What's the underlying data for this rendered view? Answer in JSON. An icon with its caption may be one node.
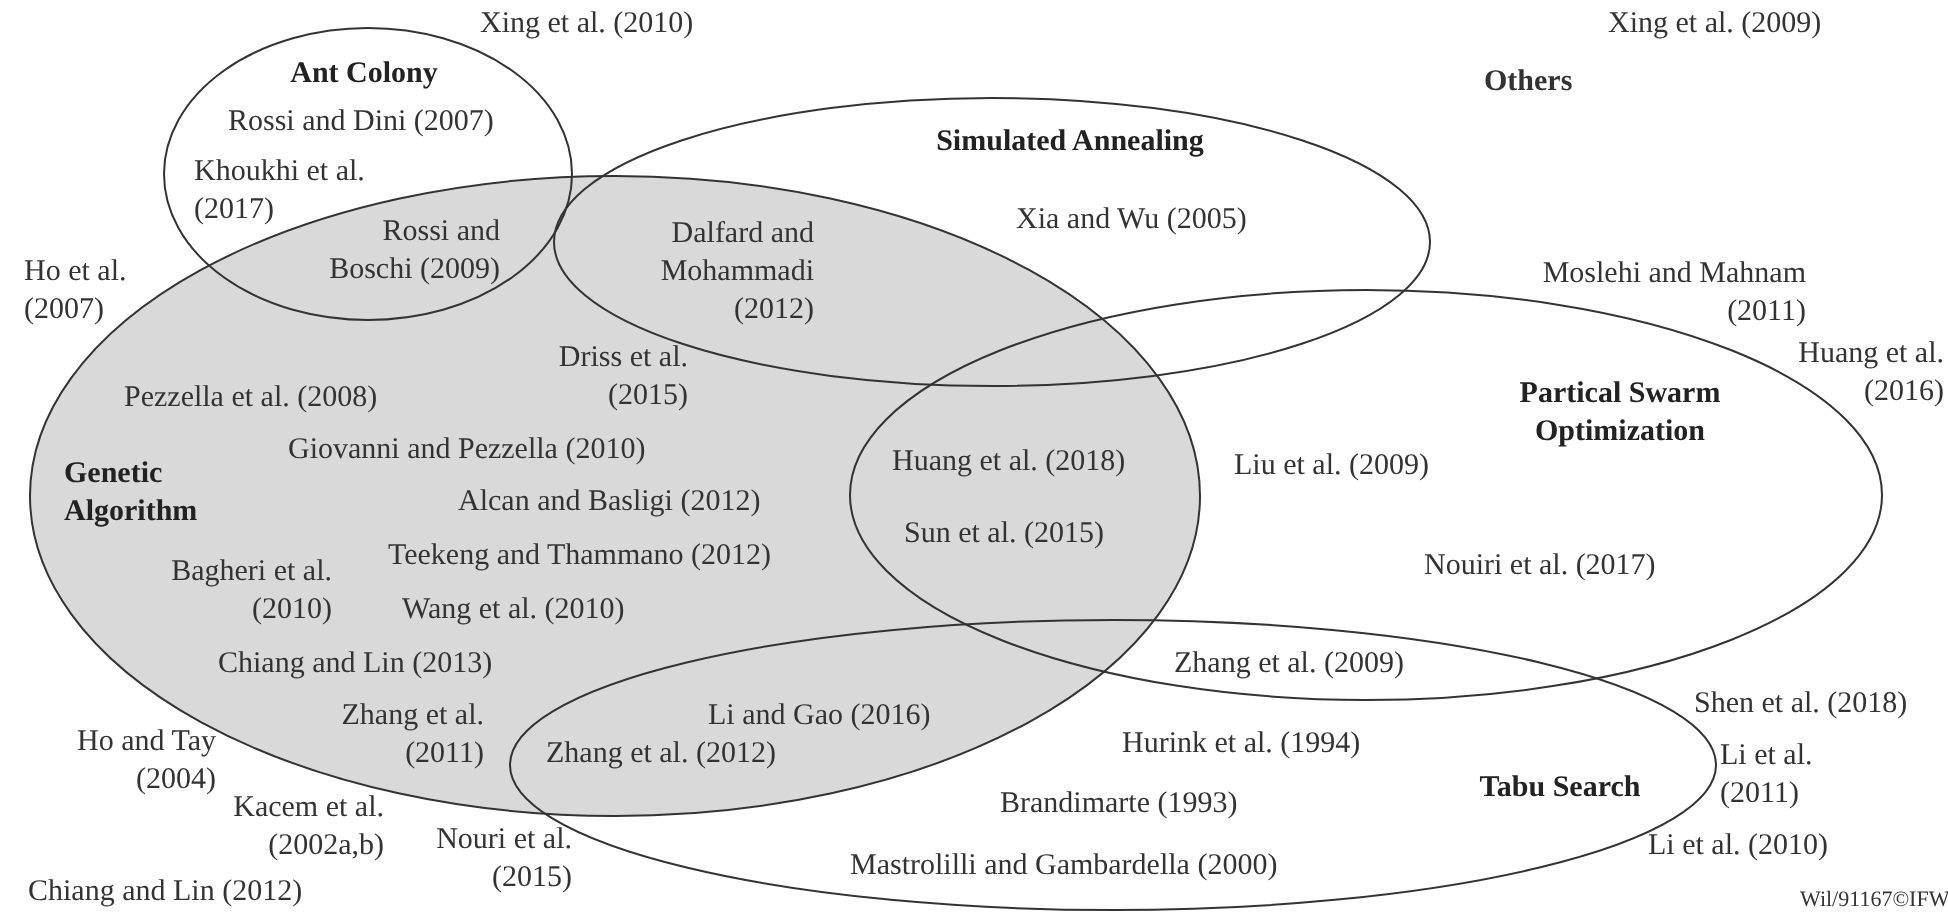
{
  "diagram": {
    "nodes": [
      {
        "text": [
          "Ant Colony"
        ]
      },
      {
        "text": [
          "Simulated Annealing"
        ]
      },
      {
        "text": [
          "Genetic Algorithm"
        ]
      },
      {
        "text": [
          "Partical Swarm Optimization"
        ]
      },
      {
        "text": [
          "Tabu Search"
        ]
      }
    ],
    "labels": [
      "Xing et al. (2010)",
      "Xing et al. (2009)",
      "Others",
      "Rossi and Dini (2007)",
      "Khoukhi et al. (2017)",
      "Xia and Wu (2005)",
      "Rossi and Boschi (2009)",
      "Dalfard and Mohammadi (2012)",
      "Ho et al. (2007)",
      "Moslehi and Mahnam (2011)",
      "Driss et al. (2015)",
      "Huang et al. (2016)",
      "Pezzella et al. (2008)",
      "Giovanni and Pezzella (2010)",
      "Huang et al. (2018)",
      "Liu et al. (2009)",
      "Alcan and Basligi (2012)",
      "Sun et al. (2015)",
      "Teekeng and Thammano (2012)",
      "Bagheri et al. (2010)",
      "Nouiri et al. (2017)",
      "Wang et al. (2010)",
      "Chiang and Lin (2013)",
      "Zhang et al. (2009)",
      "Shen et al. (2018)",
      "Zhang et al. (2011)",
      "Li and Gao (2016)",
      "Hurink et al. (1994)",
      "Ho and Tay (2004)",
      "Li et al. (2011)",
      "Zhang et al. (2012)",
      "Brandimarte (1993)",
      "Kacem et al. (2002a,b)",
      "Nouri et al. (2015)",
      "Li et al. (2010)",
      "Mastrolilli and Gambardella (2000)",
      "Chiang and Lin (2012)",
      "Wil/91167©IFW"
    ]
  }
}
